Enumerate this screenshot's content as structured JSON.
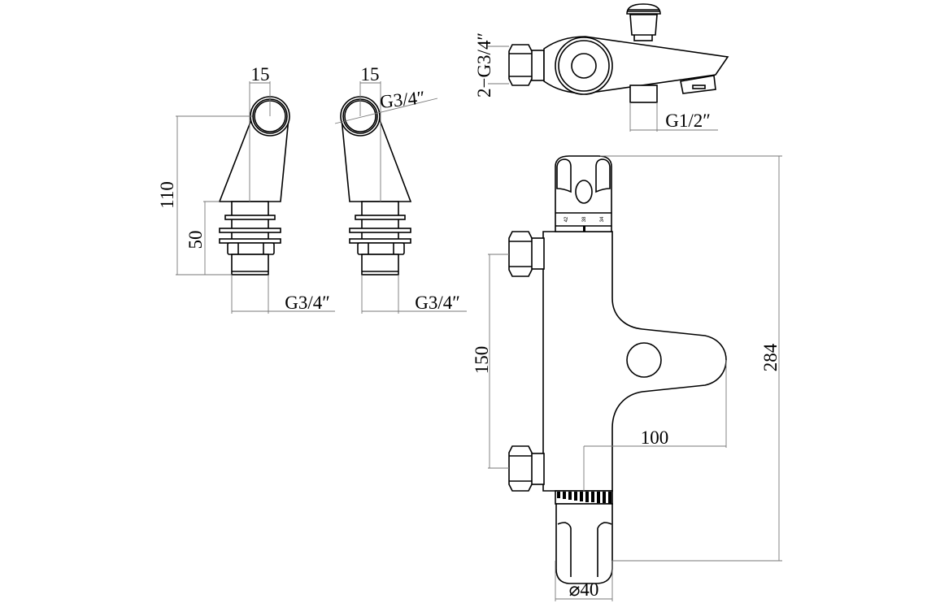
{
  "fitting_left": {
    "dim_offset": "15",
    "dim_height": "110",
    "dim_thread_height": "50",
    "dim_thread": "G3/4″"
  },
  "fitting_right": {
    "dim_offset": "15",
    "dim_inlet": "G3/4″",
    "dim_thread": "G3/4″"
  },
  "top_view": {
    "dim_inlets": "2−G3/4″",
    "dim_outlet": "G1/2″"
  },
  "front_view": {
    "dim_total_height": "284",
    "dim_inlet_spacing": "150",
    "dim_projection": "100",
    "dim_handle_diameter": "⌀40",
    "temperature_scale": [
      "42",
      "38",
      "34"
    ]
  }
}
